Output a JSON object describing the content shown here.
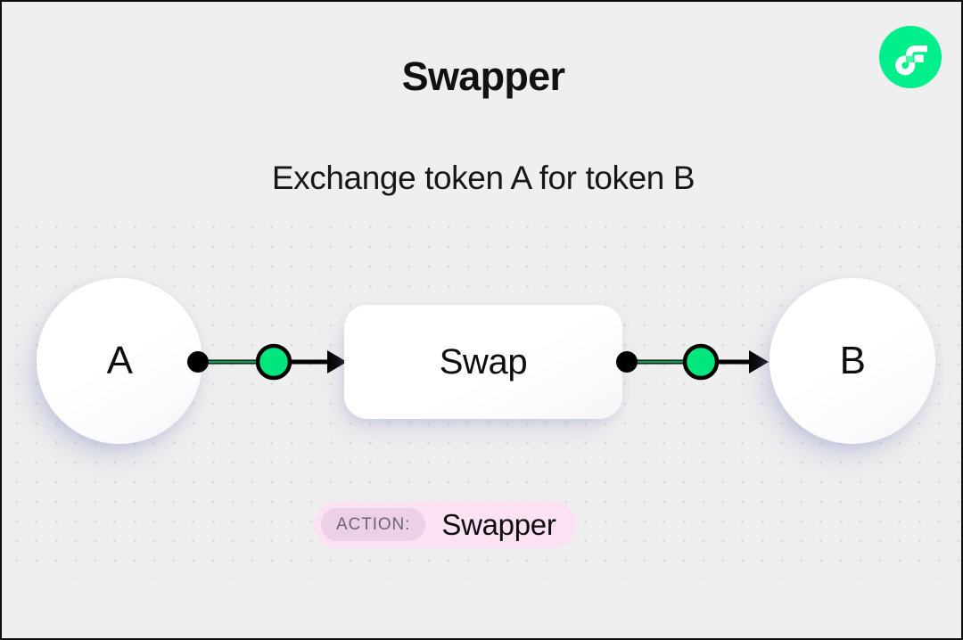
{
  "header": {
    "title": "Swapper",
    "subtitle": "Exchange token A for token B"
  },
  "logo": {
    "name": "flow-logo",
    "circle_color": "#00EF8B",
    "glyph_color": "#FFFFFF",
    "accent_color": "#3DFFA8"
  },
  "diagram": {
    "input_node": {
      "label": "A"
    },
    "process_node": {
      "label": "Swap"
    },
    "output_node": {
      "label": "B"
    },
    "connectors": [
      {
        "name": "connector-a-to-swap",
        "from": "A",
        "to": "Swap",
        "dot_color": "#000000",
        "marker_color": "#00E57E",
        "line_color": "#000000",
        "highlight_color": "#0AA05A"
      },
      {
        "name": "connector-swap-to-b",
        "from": "Swap",
        "to": "B",
        "dot_color": "#000000",
        "marker_color": "#00E57E",
        "line_color": "#000000",
        "highlight_color": "#0AA05A"
      }
    ]
  },
  "action_badge": {
    "key_label": "ACTION:",
    "value_label": "Swapper",
    "pill_color": "#FAE2F3",
    "key_pill_color": "#EBD0E6",
    "key_text_color": "#6E6670",
    "value_text_color": "#0E0E10"
  },
  "canvas": {
    "background_color": "#EFEFEF",
    "dot_color": "#DCDCDE",
    "border_color": "#0D0D0D",
    "node_shadow_color": "#969CCD"
  }
}
